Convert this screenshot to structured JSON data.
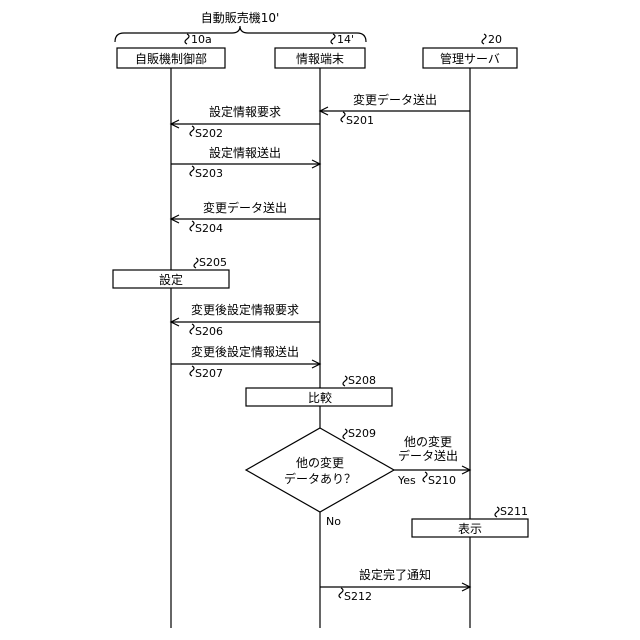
{
  "group_label": "自動販売機10'",
  "participants": [
    {
      "id": "vending",
      "label": "自販機制御部",
      "ref": "10a"
    },
    {
      "id": "terminal",
      "label": "情報端末",
      "ref": "14'"
    },
    {
      "id": "server",
      "label": "管理サーバ",
      "ref": "20"
    }
  ],
  "messages": [
    {
      "label": "変更データ送出",
      "step": "S201",
      "from": "server",
      "to": "terminal"
    },
    {
      "label": "設定情報要求",
      "step": "S202",
      "from": "terminal",
      "to": "vending"
    },
    {
      "label": "設定情報送出",
      "step": "S203",
      "from": "vending",
      "to": "terminal"
    },
    {
      "label": "変更データ送出",
      "step": "S204",
      "from": "terminal",
      "to": "vending"
    },
    {
      "label": "変更後設定情報要求",
      "step": "S206",
      "from": "terminal",
      "to": "vending"
    },
    {
      "label": "変更後設定情報送出",
      "step": "S207",
      "from": "vending",
      "to": "terminal"
    },
    {
      "label": [
        "他の変更",
        "データ送出"
      ],
      "step": "S210",
      "from": "terminal",
      "to": "server"
    },
    {
      "label": "設定完了通知",
      "step": "S212",
      "from": "terminal",
      "to": "server"
    }
  ],
  "processes": [
    {
      "label": "設定",
      "step": "S205"
    },
    {
      "label": "比較",
      "step": "S208"
    },
    {
      "label": "表示",
      "step": "S211"
    }
  ],
  "decision": {
    "label": [
      "他の変更",
      "データあり？"
    ],
    "step": "S209",
    "yes": "Yes",
    "no": "No"
  }
}
